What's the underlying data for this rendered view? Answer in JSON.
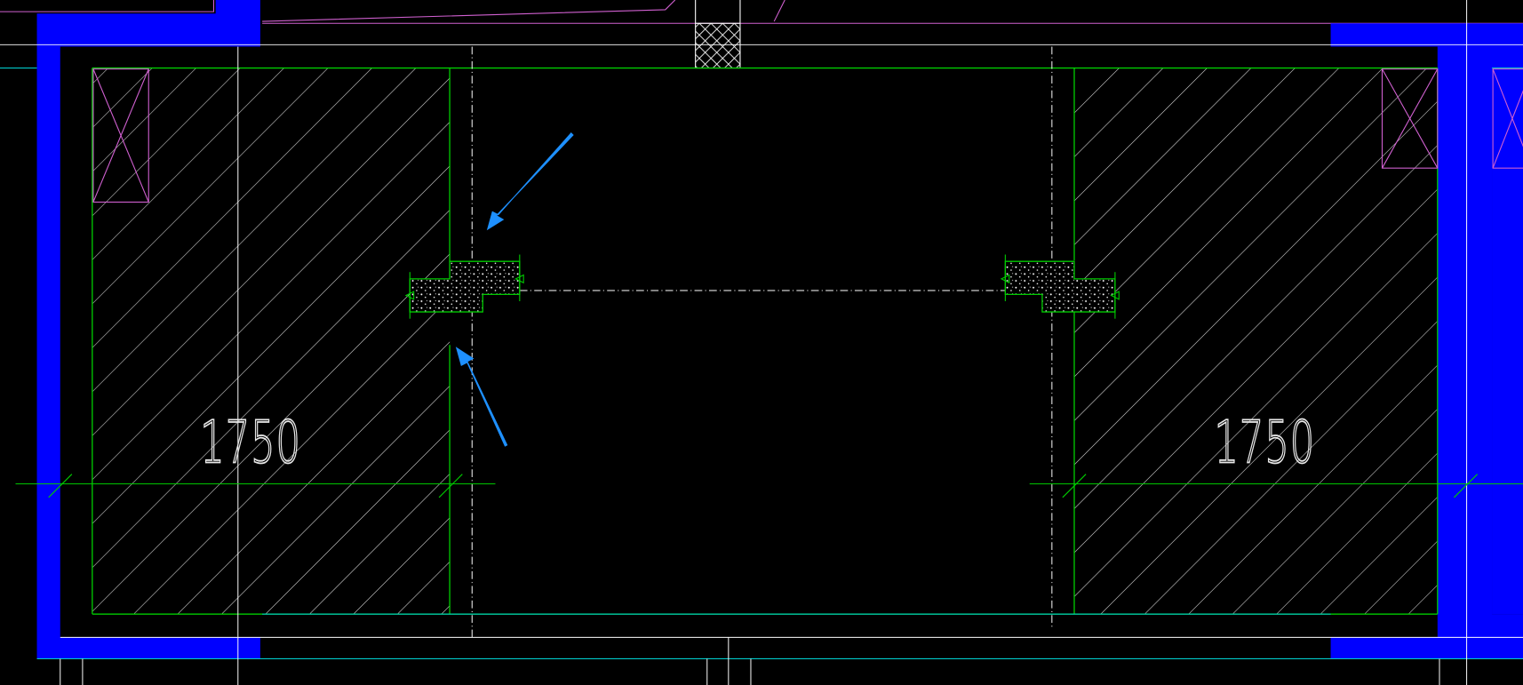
{
  "drawing": {
    "dimension_left": "1750",
    "dimension_right": "1750"
  },
  "colors": {
    "background": "#000000",
    "wall_fill": "#0000ff",
    "green_line": "#00cc00",
    "white_line": "#ffffff",
    "cyan_line": "#00c8c8",
    "magenta_line": "#d060d0",
    "hatch": "#e0e0e0",
    "arrow": "#1e90ff"
  },
  "annotations": [
    "arrow-pointer",
    "arrow-pointer"
  ]
}
